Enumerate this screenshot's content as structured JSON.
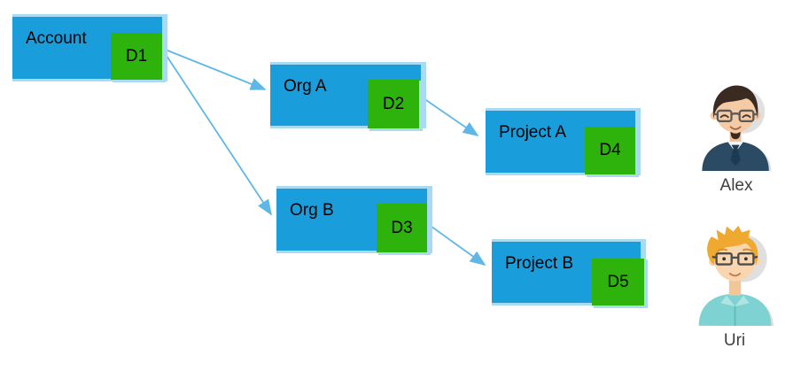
{
  "diagram": {
    "nodes": [
      {
        "id": "account",
        "label": "Account",
        "badge": "D1"
      },
      {
        "id": "org-a",
        "label": "Org A",
        "badge": "D2"
      },
      {
        "id": "org-b",
        "label": "Org B",
        "badge": "D3"
      },
      {
        "id": "project-a",
        "label": "Project A",
        "badge": "D4"
      },
      {
        "id": "project-b",
        "label": "Project B",
        "badge": "D5"
      }
    ],
    "edges": [
      {
        "from": "account",
        "to": "org-a"
      },
      {
        "from": "account",
        "to": "org-b"
      },
      {
        "from": "org-a",
        "to": "project-a"
      },
      {
        "from": "org-b",
        "to": "project-b"
      }
    ]
  },
  "users": [
    {
      "name": "Alex"
    },
    {
      "name": "Uri"
    }
  ],
  "colors": {
    "node_fill": "#1A9DDB",
    "badge_fill": "#2EB30D",
    "arrow": "#5FB7E8",
    "node_shadow": "#A9DAF2",
    "label_text": "#000000",
    "name_text": "#3F3F3F"
  }
}
